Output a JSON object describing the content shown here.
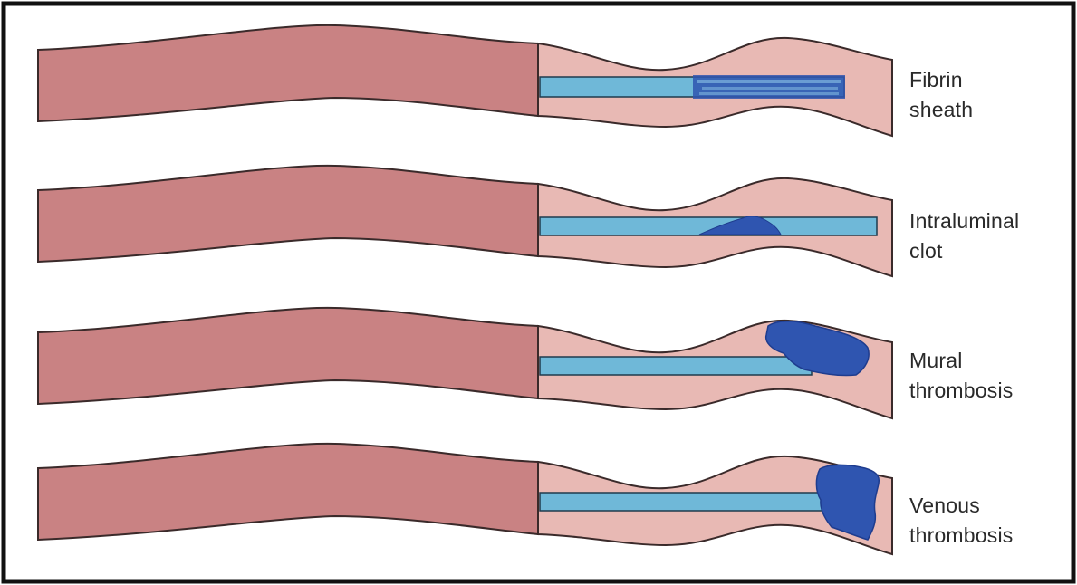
{
  "colors": {
    "frame": "#111111",
    "vessel": "#c98283",
    "vessel_inner": "#e8b9b4",
    "vessel_edge": "#3a2a2a",
    "catheter": "#6fb8d8",
    "catheter_edge": "#1f3b4d",
    "clot": "#2f55b0",
    "clot_dark": "#1e3c8e"
  },
  "panels": [
    {
      "id": "fibrin-sheath",
      "label_line1": "Fibrin",
      "label_line2": "sheath",
      "clot_type": "sheath"
    },
    {
      "id": "intraluminal-clot",
      "label_line1": "Intraluminal",
      "label_line2": "clot",
      "clot_type": "intraluminal"
    },
    {
      "id": "mural-thrombosis",
      "label_line1": "Mural",
      "label_line2": "thrombosis",
      "clot_type": "mural"
    },
    {
      "id": "venous-thrombosis",
      "label_line1": "Venous",
      "label_line2": "thrombosis",
      "clot_type": "occlusive"
    }
  ]
}
